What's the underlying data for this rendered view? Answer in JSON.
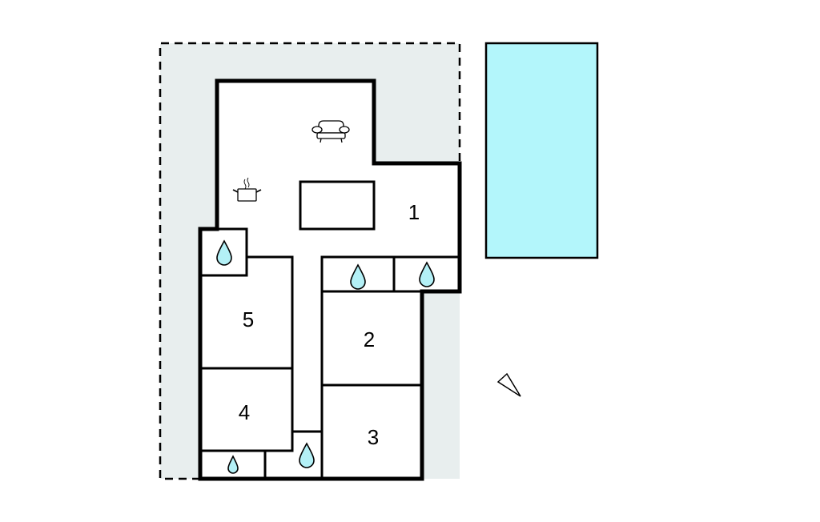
{
  "plan": {
    "rooms": [
      {
        "id": "room-1",
        "label": "1"
      },
      {
        "id": "room-2",
        "label": "2"
      },
      {
        "id": "room-3",
        "label": "3"
      },
      {
        "id": "room-4",
        "label": "4"
      },
      {
        "id": "room-5",
        "label": "5"
      }
    ],
    "icons": [
      "sofa-icon",
      "cooking-pot-icon",
      "water-drop-icon",
      "compass-north-icon"
    ],
    "colors": {
      "lot": "#e8eeee",
      "pool": "#b3f6fb",
      "water_drop": "#b3f0f6",
      "wall": "#000000"
    }
  }
}
